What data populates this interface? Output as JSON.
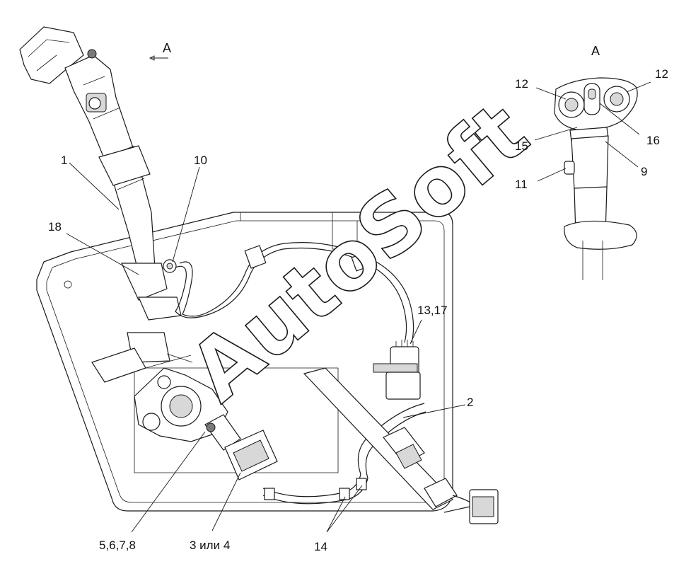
{
  "diagram": {
    "view_label_main": "A",
    "view_label_detail": "A",
    "watermark": "AutoSoft",
    "callouts": {
      "c1": "1",
      "c2": "2",
      "c3": "3 или 4",
      "c5": "5,6,7,8",
      "c9": "9",
      "c10": "10",
      "c11": "11",
      "c12a": "12",
      "c12b": "12",
      "c13": "13,17",
      "c14": "14",
      "c15": "15",
      "c16": "16",
      "c18": "18"
    }
  }
}
